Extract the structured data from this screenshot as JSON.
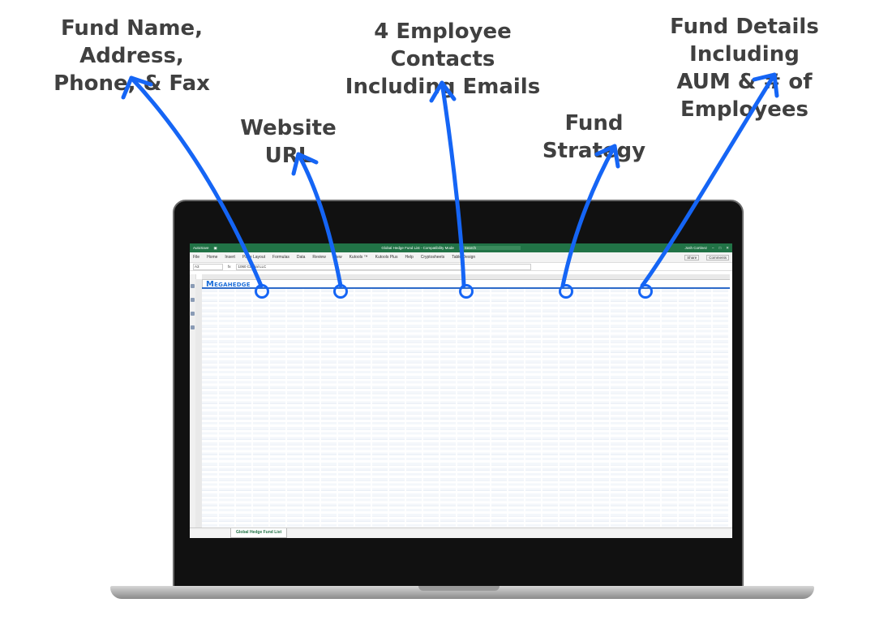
{
  "callouts": {
    "fund_name_l1": "Fund Name, Address,",
    "fund_name_l2": "Phone, & Fax",
    "contacts_l1": "4 Employee Contacts",
    "contacts_l2": "Including Emails",
    "details_l1": "Fund Details Including",
    "details_l2": "AUM & # of Employees",
    "website": "Website URL",
    "strategy": "Fund Strategy"
  },
  "excel": {
    "autosave": "AutoSave",
    "title": "Global Hedge Fund List - Compatibility Mode",
    "search": "Search",
    "user": "Josh Cortinez",
    "ribbon_tabs": [
      "File",
      "Home",
      "Insert",
      "Page Layout",
      "Formulas",
      "Data",
      "Review",
      "View",
      "Kutools ™",
      "Kutools Plus",
      "Help",
      "Cryptosheets",
      "Table Design"
    ],
    "share": "Share",
    "comments": "Comments",
    "name_box": "A3",
    "formula_value": "1060 Capital LLC",
    "logo_prefix": "M",
    "logo_text": "EGAHEDGE",
    "sheet_tab": "Global Hedge Fund List"
  },
  "colors": {
    "arrow": "#1565f5",
    "excel_green": "#217346",
    "callout_text": "#404040"
  }
}
